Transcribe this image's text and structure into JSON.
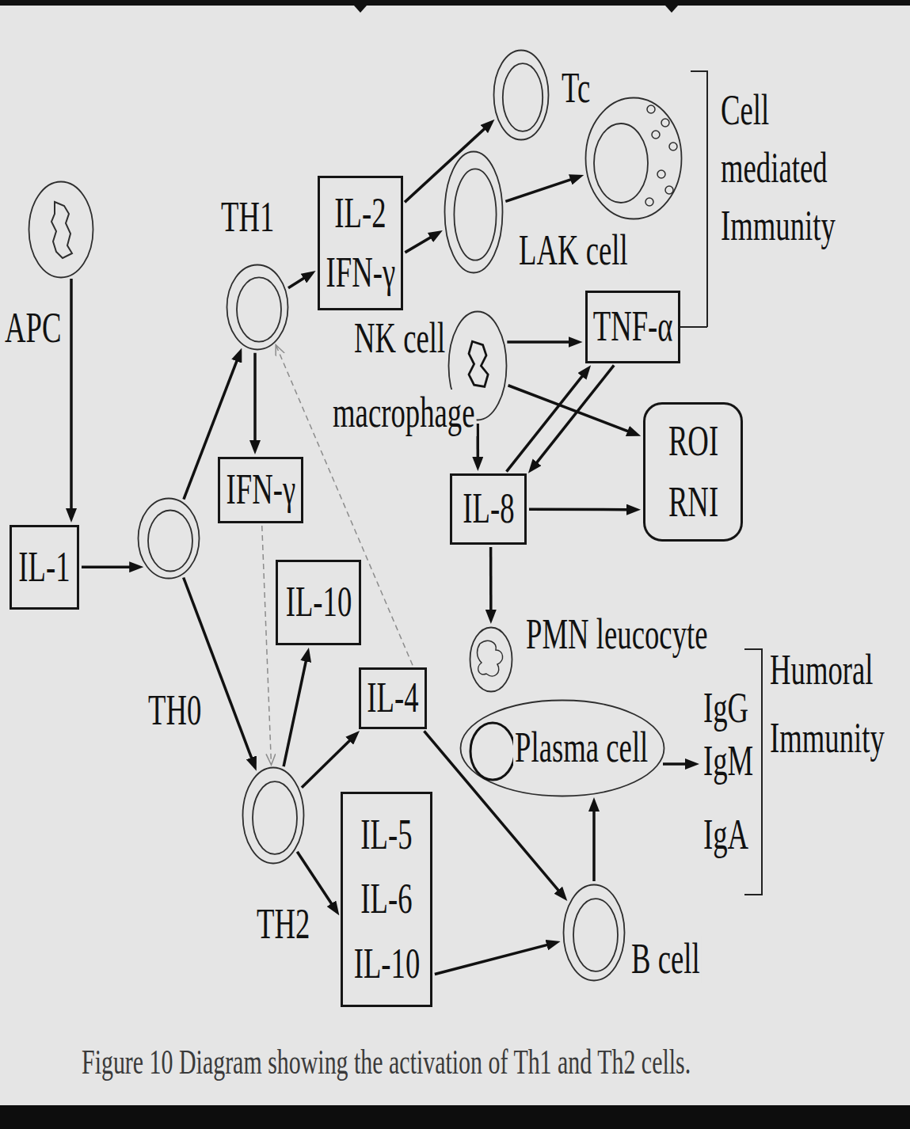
{
  "diagram": {
    "caption": "Figure 10 Diagram showing the activation of Th1 and Th2 cells.",
    "nodes": [
      {
        "text": [
          "APC"
        ]
      },
      {
        "text": [
          "IL-1"
        ]
      },
      {
        "text": [
          "TH0"
        ]
      },
      {
        "text": [
          "TH1"
        ]
      },
      {
        "text": [
          "IL-2",
          "IFN-γ"
        ]
      },
      {
        "text": [
          "IFN-γ"
        ]
      },
      {
        "text": [
          "Tc"
        ]
      },
      {
        "text": [
          "NK cell"
        ]
      },
      {
        "text": [
          "LAK cell"
        ]
      },
      {
        "text": [
          "TNF-α"
        ]
      },
      {
        "text": [
          "macrophage"
        ]
      },
      {
        "text": [
          "ROI",
          "RNI"
        ]
      },
      {
        "text": [
          "IL-8"
        ]
      },
      {
        "text": [
          "IL-10"
        ]
      },
      {
        "text": [
          "IL-4"
        ]
      },
      {
        "text": [
          "PMN leucocyte"
        ]
      },
      {
        "text": [
          "Plasma cell"
        ]
      },
      {
        "text": [
          "TH2"
        ]
      },
      {
        "text": [
          "IL-5",
          "IL-6",
          "IL-10"
        ]
      },
      {
        "text": [
          "B cell"
        ]
      }
    ],
    "edges": [
      {
        "from": 0,
        "to": 1,
        "arrow": "to"
      },
      {
        "from": 1,
        "to": 2,
        "arrow": "to"
      },
      {
        "from": 2,
        "to": 3,
        "arrow": "to"
      },
      {
        "from": 2,
        "to": 17,
        "arrow": "to"
      },
      {
        "from": 3,
        "to": 4,
        "arrow": "to"
      },
      {
        "from": 3,
        "to": 5,
        "arrow": "to"
      },
      {
        "from": 4,
        "to": 6,
        "arrow": "to"
      },
      {
        "from": 4,
        "to": 7,
        "arrow": "to"
      },
      {
        "from": 7,
        "to": 8,
        "arrow": "to"
      },
      {
        "from": 10,
        "to": 9,
        "arrow": "to"
      },
      {
        "from": 10,
        "to": 11,
        "arrow": "to"
      },
      {
        "from": 10,
        "to": 12,
        "arrow": "to"
      },
      {
        "from": 12,
        "to": 9,
        "arrow": "to"
      },
      {
        "from": 9,
        "to": 12,
        "arrow": "to"
      },
      {
        "from": 12,
        "to": 11,
        "arrow": "to"
      },
      {
        "from": 12,
        "to": 15,
        "arrow": "to"
      },
      {
        "from": 5,
        "to": 17,
        "arrow": "to"
      },
      {
        "from": 14,
        "to": 3,
        "arrow": "to"
      },
      {
        "from": 17,
        "to": 13,
        "arrow": "to"
      },
      {
        "from": 17,
        "to": 14,
        "arrow": "to"
      },
      {
        "from": 17,
        "to": 18,
        "arrow": "to"
      },
      {
        "from": 14,
        "to": 19,
        "arrow": "to"
      },
      {
        "from": 18,
        "to": 19,
        "arrow": "to"
      },
      {
        "from": 19,
        "to": 16,
        "arrow": "to"
      }
    ],
    "labels": [
      "Cell mediated Immunity",
      "Humoral Immunity",
      "IgG",
      "IgM",
      "IgA"
    ]
  }
}
